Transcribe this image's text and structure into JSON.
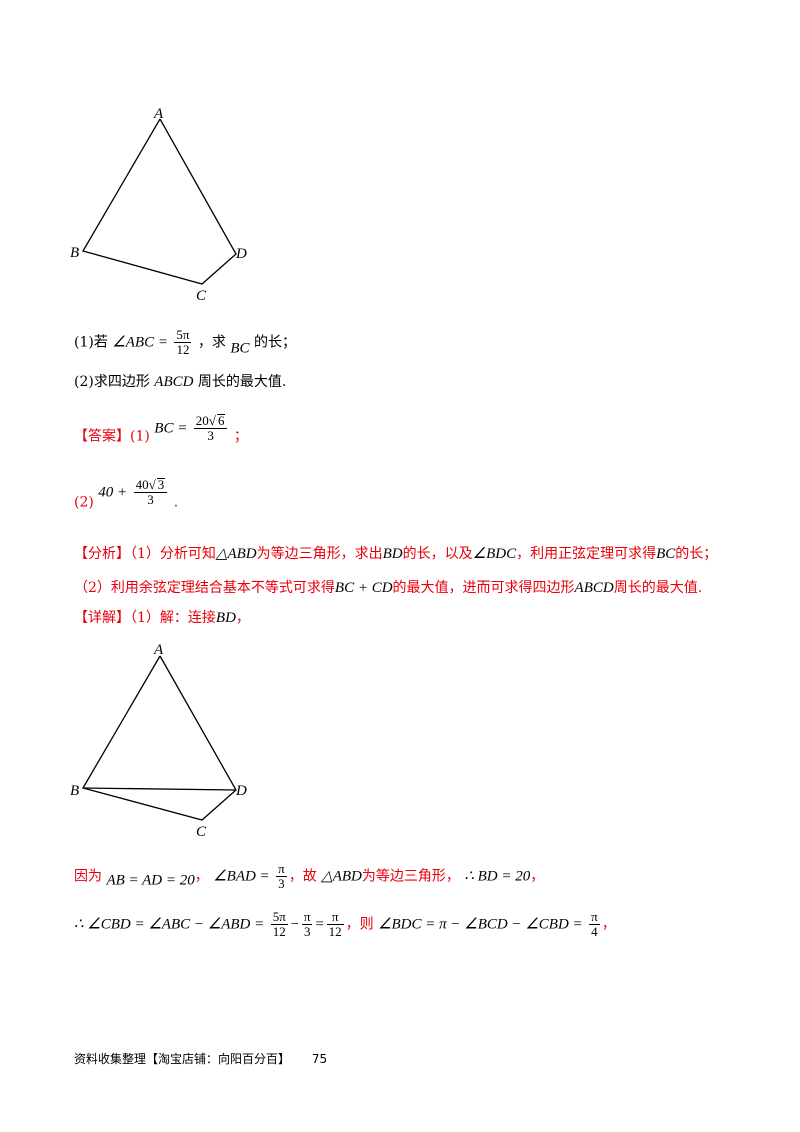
{
  "figure1": {
    "labels": {
      "A": "A",
      "B": "B",
      "C": "C",
      "D": "D"
    }
  },
  "q1": {
    "prefix": "(1)若",
    "angle_expr": "∠ABC =",
    "frac_num": "5π",
    "frac_den": "12",
    "mid": "，求",
    "bc": "BC",
    "suffix": "的长；"
  },
  "q2": {
    "prefix": "(2)求四边形",
    "abcd": "ABCD",
    "suffix": "周长的最大值."
  },
  "answer": {
    "tag": "【答案】",
    "p1": "(1)",
    "bc_eq": "BC =",
    "frac_num_coef": "20",
    "frac_num_root": "6",
    "frac_den": "3",
    "end": "；",
    "p2": "(2)",
    "expr_prefix": "40 +",
    "frac2_num_coef": "40",
    "frac2_num_root": "3",
    "frac2_den": "3",
    "end2": "."
  },
  "analysis": {
    "tag": "【分析】",
    "l1_a": "（1）分析可知",
    "l1_tri": "△ABD",
    "l1_b": "为等边三角形，求出",
    "l1_bd": "BD",
    "l1_c": "的长，以及",
    "l1_ang": "∠BDC",
    "l1_d": "，利用正弦定理可求得",
    "l1_bc": "BC",
    "l1_e": "的长；",
    "l2_a": "（2）利用余弦定理结合基本不等式可求得",
    "l2_expr": "BC + CD",
    "l2_b": "的最大值，进而可求得四边形",
    "l2_abcd": "ABCD",
    "l2_c": "周长的最大值."
  },
  "detail": {
    "tag": "【详解】",
    "text": "（1）解：连接",
    "bd": "BD",
    "end": "，"
  },
  "figure2": {
    "labels": {
      "A": "A",
      "B": "B",
      "C": "C",
      "D": "D"
    }
  },
  "because": {
    "prefix": "因为",
    "eq1": "AB = AD = 20",
    "comma1": "，",
    "ang": "∠BAD =",
    "frac_num": "π",
    "frac_den": "3",
    "mid": "，故",
    "tri": "△ABD",
    "mid2": "为等边三角形，",
    "therefore": "∴ BD = 20",
    "comma2": "，"
  },
  "therefore_line": {
    "expr1": "∴ ∠CBD = ∠ABC − ∠ABD =",
    "f1_num": "5π",
    "f1_den": "12",
    "minus": "−",
    "f2_num": "π",
    "f2_den": "3",
    "eq": "=",
    "f3_num": "π",
    "f3_den": "12",
    "mid": "，则",
    "expr2": "∠BDC = π − ∠BCD − ∠CBD =",
    "f4_num": "π",
    "f4_den": "4",
    "end": "，"
  },
  "footer": {
    "text": "资料收集整理【淘宝店铺：向阳百分百】",
    "page": "75"
  }
}
